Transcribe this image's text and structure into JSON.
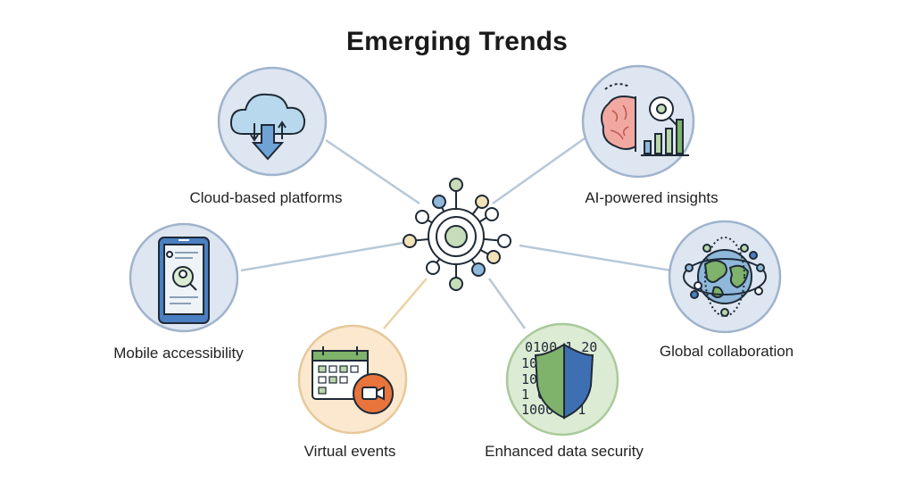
{
  "title": "Emerging Trends",
  "colors": {
    "circle_fill_blue": "#dde6f1",
    "circle_stroke_blue": "#9fb3cc",
    "circle_fill_orange": "#fbe8cf",
    "circle_stroke_orange": "#e6c89a",
    "circle_fill_green": "#dcebd3",
    "circle_stroke_green": "#a9c99a",
    "connector": "#b8c8d8",
    "connector_orange": "#ecd3a8",
    "hub_blue": "#8fb8da",
    "hub_green": "#b9d7a8",
    "hub_yellow": "#f2e2b8",
    "ink": "#1f2a36",
    "accent_orange": "#e8743c",
    "shield_blue": "#3f6fb3",
    "shield_green": "#7fb26a"
  },
  "hub": {
    "icon": "network-hub-icon"
  },
  "trends": [
    {
      "label": "Cloud-based platforms",
      "icon": "cloud-download-icon"
    },
    {
      "label": "AI-powered insights",
      "icon": "brain-analytics-icon"
    },
    {
      "label": "Mobile accessibility",
      "icon": "mobile-profile-icon"
    },
    {
      "label": "Global collaboration",
      "icon": "globe-network-icon"
    },
    {
      "label": "Virtual events",
      "icon": "calendar-video-icon"
    },
    {
      "label": "Enhanced data security",
      "icon": "shield-binary-icon"
    }
  ],
  "binary_text": [
    "0100 1 20",
    "1001 10",
    "10 10 10",
    "1 0 20",
    "1000 2 1"
  ]
}
